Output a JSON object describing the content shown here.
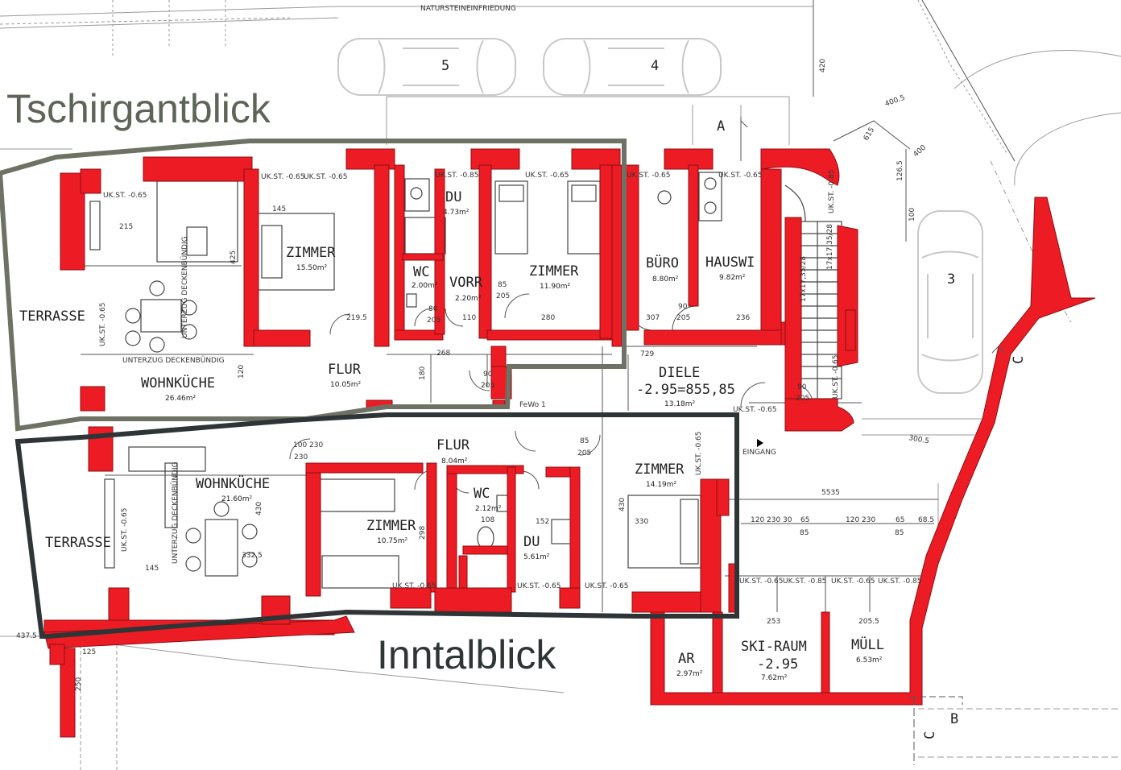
{
  "overlay_titles": {
    "north": "Tschirgantblick",
    "south": "Inntalblick"
  },
  "top_note": "NATURSTEINEINFRIEDUNG",
  "parking": [
    "5",
    "4",
    "3"
  ],
  "rooms": [
    {
      "name": "TERRASSE",
      "area": ""
    },
    {
      "name": "WOHNKÜCHE",
      "area": "26.46m²"
    },
    {
      "name": "ZIMMER",
      "area": "15.50m²"
    },
    {
      "name": "FLUR",
      "area": "10.05m²"
    },
    {
      "name": "DU",
      "area": "4.73m²"
    },
    {
      "name": "WC",
      "area": "2.00m²"
    },
    {
      "name": "VORR",
      "area": "2.20m²"
    },
    {
      "name": "ZIMMER",
      "area": "11.90m²"
    },
    {
      "name": "BÜRO",
      "area": "8.80m²"
    },
    {
      "name": "HAUSWI",
      "area": "9.82m²"
    },
    {
      "name": "DIELE",
      "area": "13.18m²"
    },
    {
      "name": "TERRASSE",
      "area": ""
    },
    {
      "name": "WOHNKÜCHE",
      "area": "21.60m²"
    },
    {
      "name": "FLUR",
      "area": "8.04m²"
    },
    {
      "name": "ZIMMER",
      "area": "10.75m²"
    },
    {
      "name": "WC",
      "area": "2.12m²"
    },
    {
      "name": "DU",
      "area": "5.61m²"
    },
    {
      "name": "ZIMMER",
      "area": "14.19m²"
    },
    {
      "name": "AR",
      "area": "2.97m²"
    },
    {
      "name": "SKI-RAUM",
      "area": "7.62m²"
    },
    {
      "name": "MÜLL",
      "area": "6.53m²"
    }
  ],
  "level_texts": {
    "diele": "-2.95=855,85",
    "ski": "-2.95"
  },
  "entrance": "EINGANG",
  "fewo": "FeWo 1",
  "section_marks": [
    "A",
    "B",
    "C",
    "C"
  ],
  "uk_label": "UK.ST. -0.65",
  "uk_label_2": "UK.ST. -0.85",
  "beam_note": "UNTERZUG DECKENBÜNDIG",
  "stair_note": "17x17,35/28",
  "dims": [
    "145",
    "215",
    "425",
    "219.5",
    "268",
    "110",
    "280",
    "120",
    "180",
    "85\n205",
    "90\n205",
    "80\n205",
    "100\n230",
    "5535",
    "120\n230",
    "30",
    "65",
    "85",
    "68.5",
    "253",
    "205.5",
    "300.5",
    "437.5",
    "250",
    "125",
    "400.5",
    "400",
    "420",
    "615",
    "126.5",
    "100",
    "330",
    "430",
    "298",
    "152",
    "108",
    "332.5",
    "729",
    "236",
    "307"
  ]
}
